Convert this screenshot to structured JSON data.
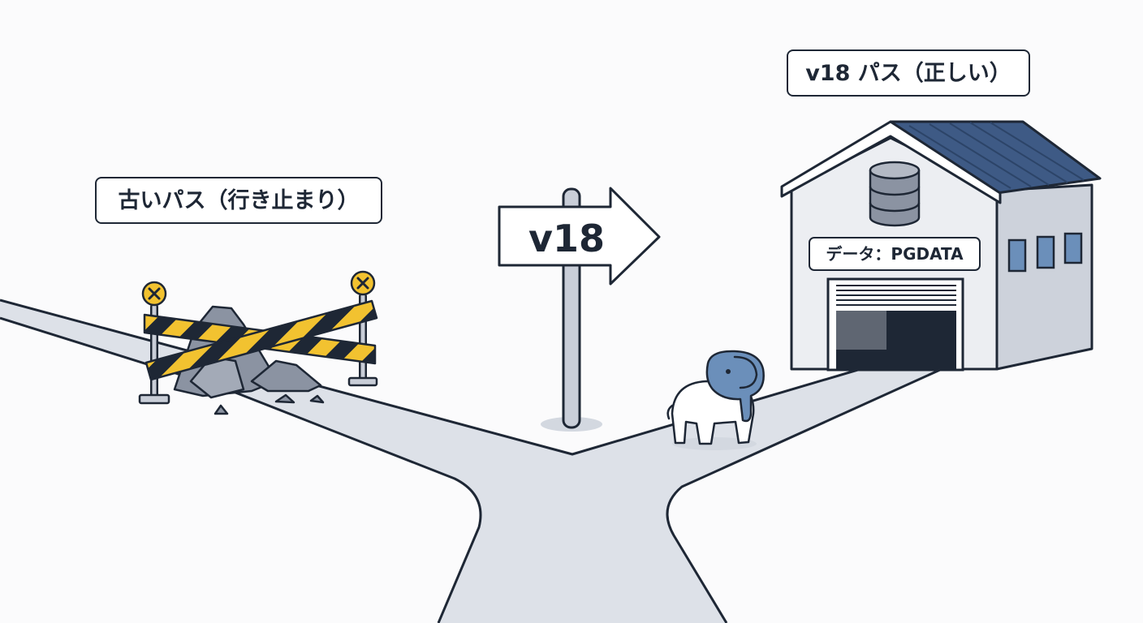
{
  "labels": {
    "old_path": "古いパス（行き止まり）",
    "new_path": "v18 パス（正しい）",
    "data": "データ：PGDATA"
  },
  "sign": {
    "text": "v18"
  },
  "colors": {
    "outline": "#1e2735",
    "road": "#dde1e8",
    "tape_yellow": "#f2c230",
    "tape_black": "#1e2735",
    "roof_blue": "#3e5a85",
    "elephant_blue": "#6b8fba"
  },
  "icons": {
    "roadblock": "barricade-icon",
    "database": "database-icon",
    "mascot": "elephant-icon",
    "signpost": "arrow-sign-icon"
  }
}
